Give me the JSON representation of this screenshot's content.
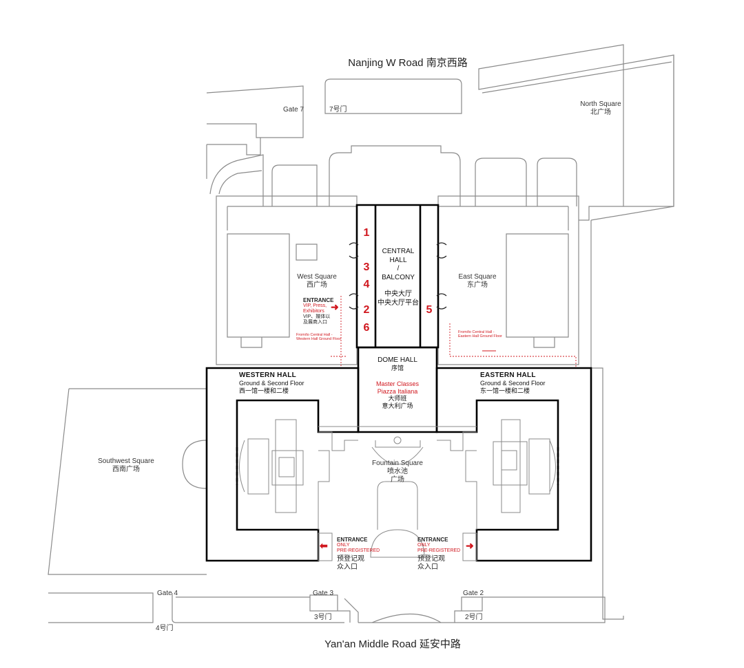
{
  "roads": {
    "north": "Nanjing W  Road  南京西路",
    "south": "Yan'an Middle Road  延安中路"
  },
  "gates": {
    "gate7": "Gate 7",
    "gate7_cn": "7号门",
    "gate4": "Gate 4",
    "gate4_cn": "4号门",
    "gate3": "Gate 3",
    "gate3_cn": "3号门",
    "gate2": "Gate 2",
    "gate2_cn": "2号门"
  },
  "squares": {
    "north_en": "North Square",
    "north_cn": "北广场",
    "west_en": "West Square",
    "west_cn": "西广场",
    "east_en": "East Square",
    "east_cn": "东广场",
    "southwest_en": "Southwest Square",
    "southwest_cn": "西南广场",
    "fountain_en": "Fountain Square",
    "fountain_cn1": "喷水池",
    "fountain_cn2": "广场"
  },
  "central_hall": {
    "line1": "CENTRAL",
    "line2": "HALL",
    "line3": "/",
    "line4": "BALCONY",
    "cn1": "中央大厅",
    "cn2": "中央大厅平台",
    "numbers": [
      "1",
      "3",
      "4",
      "2",
      "6",
      "5"
    ]
  },
  "dome_hall": {
    "name": "DOME HALL",
    "cn": "序馆",
    "red1": "Master Classes",
    "red2": "Piazza Italiana",
    "cn2": "大师班",
    "cn3": "意大利广场"
  },
  "western_hall": {
    "name": "WESTERN HALL",
    "floors": "Ground & Second Floor",
    "cn": "西一馆一楼和二楼"
  },
  "eastern_hall": {
    "name": "EASTERN  HALL",
    "floors": "Ground & Second Floor",
    "cn": "东一馆一楼和二楼"
  },
  "entrance_west_square": {
    "title": "ENTRANCE",
    "red1": "VIP, Press,",
    "red2": "Exhibitors",
    "cn1": "VIP、媒体以",
    "cn2": "及展商入口"
  },
  "connector_notes": {
    "west1": "From/to Central Hall -",
    "west2": "Western Hall Ground Floor",
    "east1": "From/to Central Hall -",
    "east2": "Eastern Hall Ground Floor"
  },
  "entrance_preregistered": {
    "title": "ENTRANCE",
    "red1": "ONLY",
    "red2": "PRE-REGISTERED",
    "cn1": "预登记观",
    "cn2": "众入口"
  },
  "colors": {
    "accent_red": "#d0171e",
    "outline_gray": "#8a8a8a",
    "hall_black": "#000000"
  }
}
